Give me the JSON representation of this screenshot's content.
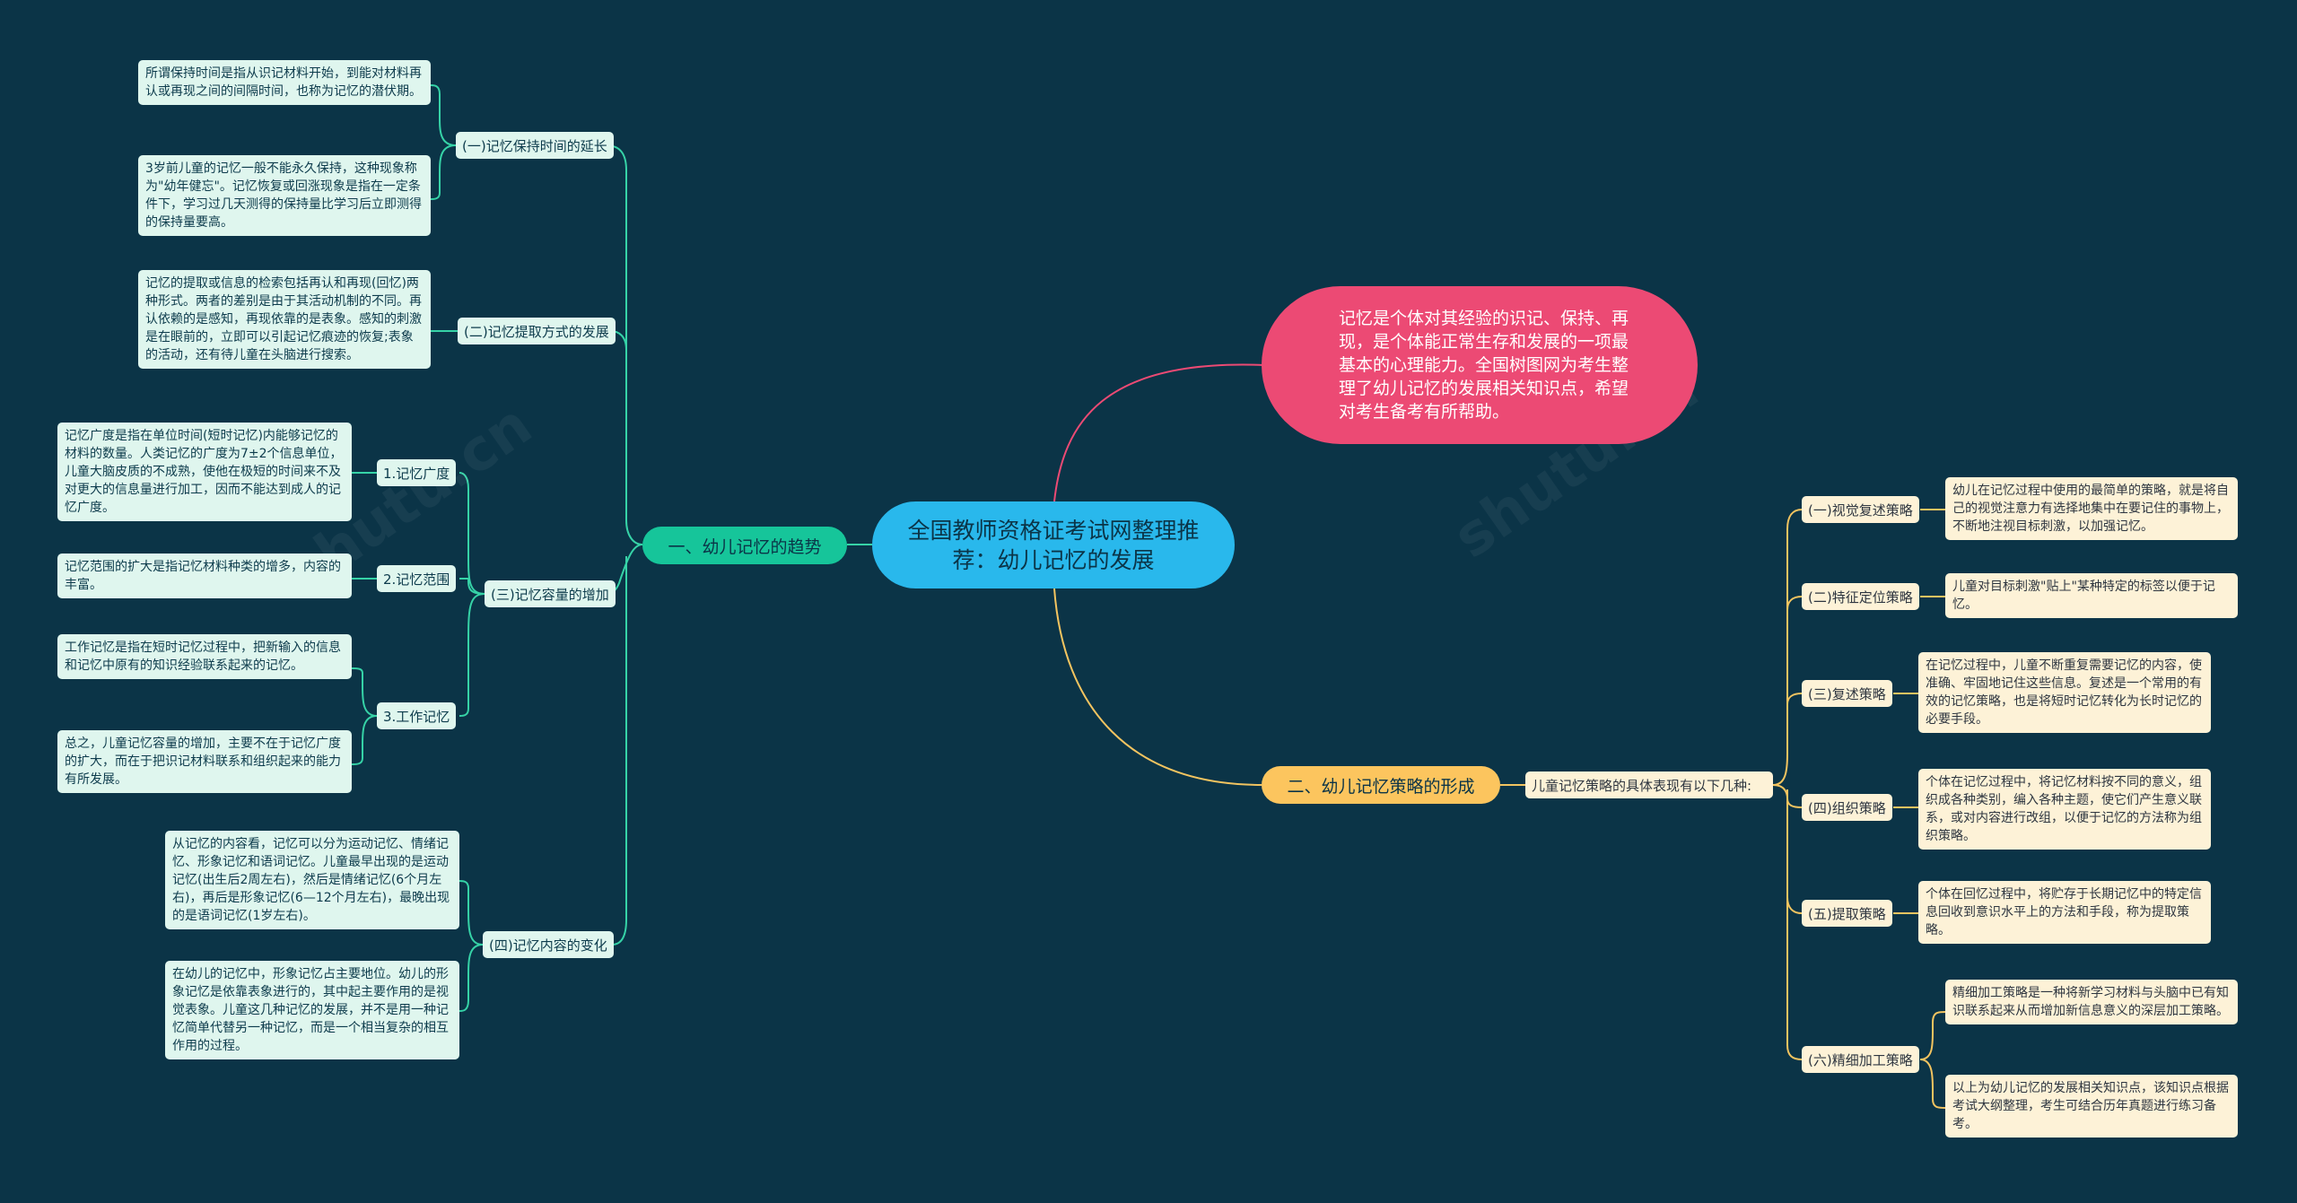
{
  "central": "全国教师资格证考试网整理推荐：幼儿记忆的发展",
  "intro": "记忆是个体对其经验的识记、保持、再现，是个体能正常生存和发展的一项最基本的心理能力。全国树图网为考生整理了幼儿记忆的发展相关知识点，希望对考生备考有所帮助。",
  "left_branch": {
    "label": "一、幼儿记忆的趋势",
    "items": [
      {
        "label": "(一)记忆保持时间的延长",
        "leaves": [
          "所谓保持时间是指从识记材料开始，到能对材料再认或再现之间的间隔时间，也称为记忆的潜伏期。",
          "3岁前儿童的记忆一般不能永久保持，这种现象称为\"幼年健忘\"。记忆恢复或回涨现象是指在一定条件下，学习过几天测得的保持量比学习后立即测得的保持量要高。"
        ]
      },
      {
        "label": "(二)记忆提取方式的发展",
        "leaves": [
          "记忆的提取或信息的检索包括再认和再现(回忆)两种形式。两者的差别是由于其活动机制的不同。再认依赖的是感知，再现依靠的是表象。感知的刺激是在眼前的，立即可以引起记忆痕迹的恢复;表象的活动，还有待儿童在头脑进行搜索。"
        ]
      },
      {
        "label": "(三)记忆容量的增加",
        "subs": [
          {
            "label": "1.记忆广度",
            "leaves": [
              "记忆广度是指在单位时间(短时记忆)内能够记忆的材料的数量。人类记忆的广度为7±2个信息单位，儿童大脑皮质的不成熟，使他在极短的时间来不及对更大的信息量进行加工，因而不能达到成人的记忆广度。"
            ]
          },
          {
            "label": "2.记忆范围",
            "leaves": [
              "记忆范围的扩大是指记忆材料种类的增多，内容的丰富。"
            ]
          },
          {
            "label": "3.工作记忆",
            "leaves": [
              "工作记忆是指在短时记忆过程中，把新输入的信息和记忆中原有的知识经验联系起来的记忆。",
              "总之，儿童记忆容量的增加，主要不在于记忆广度的扩大，而在于把识记材料联系和组织起来的能力有所发展。"
            ]
          }
        ]
      },
      {
        "label": "(四)记忆内容的变化",
        "leaves": [
          "从记忆的内容看，记忆可以分为运动记忆、情绪记忆、形象记忆和语词记忆。儿童最早出现的是运动记忆(出生后2周左右)，然后是情绪记忆(6个月左右)，再后是形象记忆(6—12个月左右)，最晚出现的是语词记忆(1岁左右)。",
          "在幼儿的记忆中，形象记忆占主要地位。幼儿的形象记忆是依靠表象进行的，其中起主要作用的是视觉表象。儿童这几种记忆的发展，并不是用一种记忆简单代替另一种记忆，而是一个相当复杂的相互作用的过程。"
        ]
      }
    ]
  },
  "right_branch": {
    "label": "二、幼儿记忆策略的形成",
    "connector": "儿童记忆策略的具体表现有以下几种:",
    "items": [
      {
        "label": "(一)视觉复述策略",
        "leaves": [
          "幼儿在记忆过程中使用的最简单的策略，就是将自己的视觉注意力有选择地集中在要记住的事物上，不断地注视目标刺激，以加强记忆。"
        ]
      },
      {
        "label": "(二)特征定位策略",
        "leaves": [
          "儿童对目标刺激\"贴上\"某种特定的标签以便于记忆。"
        ]
      },
      {
        "label": "(三)复述策略",
        "leaves": [
          "在记忆过程中，儿童不断重复需要记忆的内容，使准确、牢固地记住这些信息。复述是一个常用的有效的记忆策略，也是将短时记忆转化为长时记忆的必要手段。"
        ]
      },
      {
        "label": "(四)组织策略",
        "leaves": [
          "个体在记忆过程中，将记忆材料按不同的意义，组织成各种类别，编入各种主题，使它们产生意义联系，或对内容进行改组，以便于记忆的方法称为组织策略。"
        ]
      },
      {
        "label": "(五)提取策略",
        "leaves": [
          "个体在回忆过程中，将贮存于长期记忆中的特定信息回收到意识水平上的方法和手段，称为提取策略。"
        ]
      },
      {
        "label": "(六)精细加工策略",
        "leaves": [
          "精细加工策略是一种将新学习材料与头脑中已有知识联系起来从而增加新信息意义的深层加工策略。",
          "以上为幼儿记忆的发展相关知识点，该知识点根据考试大纲整理，考生可结合历年真题进行练习备考。"
        ]
      }
    ]
  },
  "colors": {
    "background": "#0b3447",
    "central": "#29b8ec",
    "intro": "#ec4a74",
    "left_branch": "#16c59a",
    "right_branch": "#fcc55e",
    "left_link": "#36d3a7",
    "right_link": "#f3c460"
  }
}
